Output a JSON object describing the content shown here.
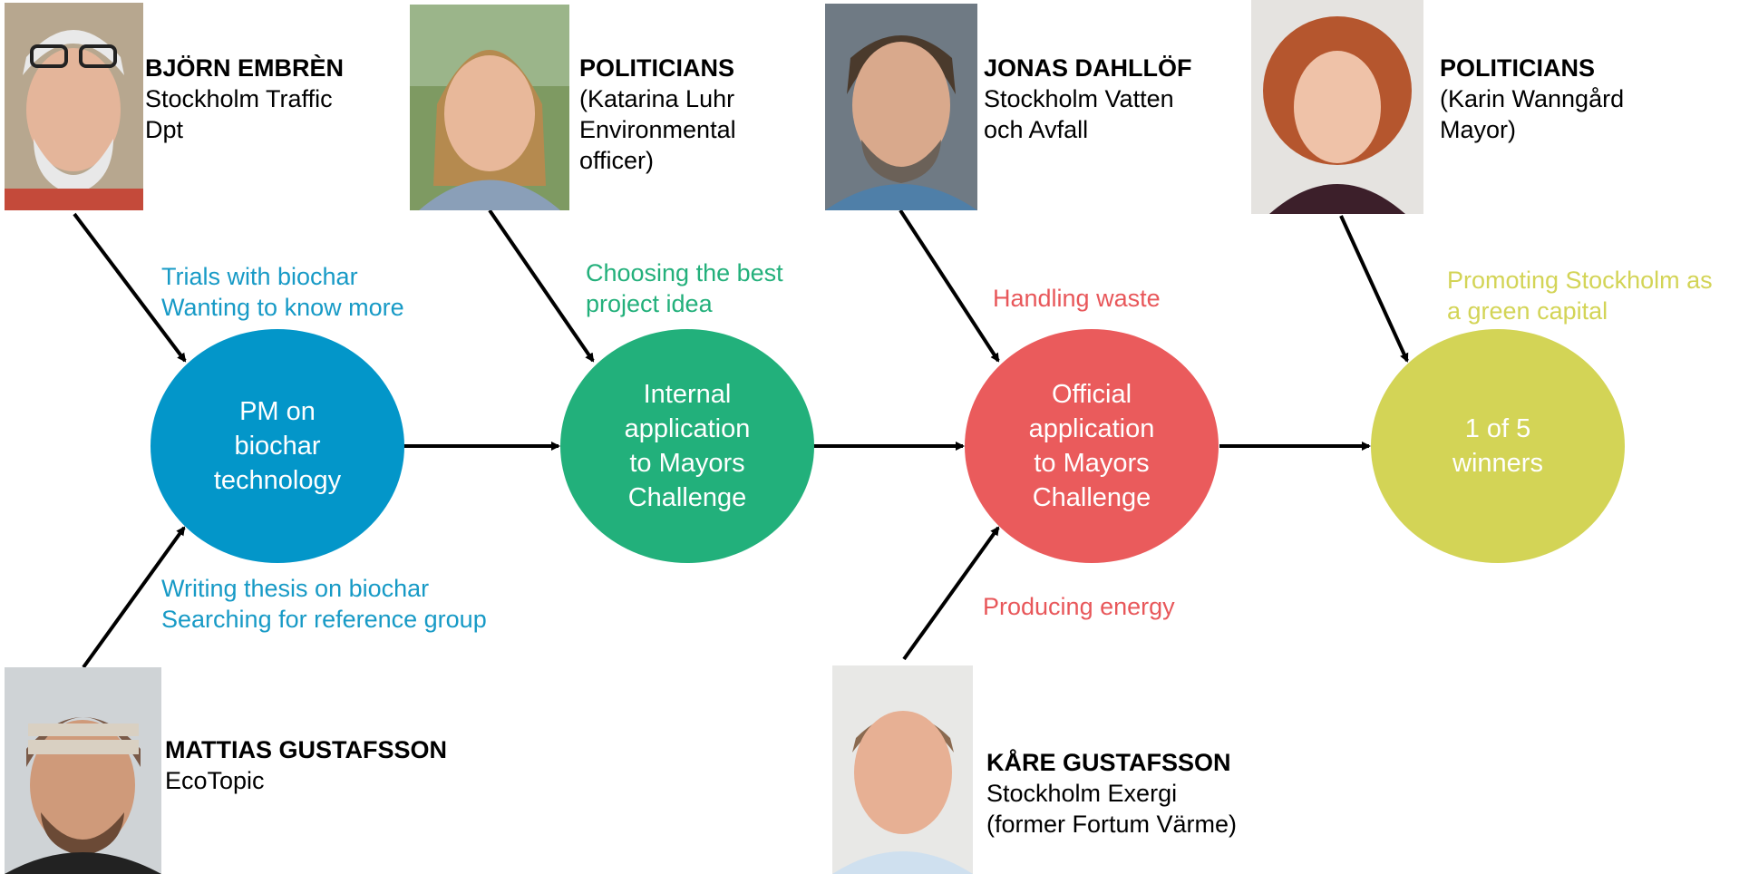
{
  "colors": {
    "blue": "#0396c9",
    "green": "#22b07b",
    "red": "#ea5b5c",
    "yellow": "#d3d456"
  },
  "people": [
    {
      "id": "bjorn",
      "name": "BJÖRN EMBRÈN",
      "role": "Stockholm Traffic\nDpt"
    },
    {
      "id": "katarina",
      "name": "POLITICIANS",
      "role": "(Katarina Luhr\nEnvironmental\nofficer)"
    },
    {
      "id": "jonas",
      "name": "JONAS DAHLLÖF",
      "role": "Stockholm Vatten\noch Avfall"
    },
    {
      "id": "karin",
      "name": "POLITICIANS",
      "role": "(Karin Wanngård\nMayor)"
    },
    {
      "id": "mattias",
      "name": "MATTIAS GUSTAFSSON",
      "role": "EcoTopic"
    },
    {
      "id": "kare",
      "name": "KÅRE GUSTAFSSON",
      "role": "Stockholm Exergi\n(former Fortum Värme)"
    }
  ],
  "stages": [
    {
      "id": "pm",
      "label": "PM on\nbiochar\ntechnology",
      "color": "#0396c9"
    },
    {
      "id": "internal",
      "label": "Internal\napplication\nto Mayors\nChallenge",
      "color": "#22b07b"
    },
    {
      "id": "official",
      "label": "Official\napplication\nto Mayors\nChallenge",
      "color": "#ea5b5c"
    },
    {
      "id": "winners",
      "label": "1 of 5\nwinners",
      "color": "#d3d456"
    }
  ],
  "notes": {
    "bjorn": "Trials with biochar\nWanting to know more",
    "mattias": "Writing thesis on biochar\nSearching for reference group",
    "katarina": "Choosing the best\nproject idea",
    "jonas": "Handling waste",
    "kare": "Producing energy",
    "karin": "Promoting Stockholm as\na green capital"
  }
}
